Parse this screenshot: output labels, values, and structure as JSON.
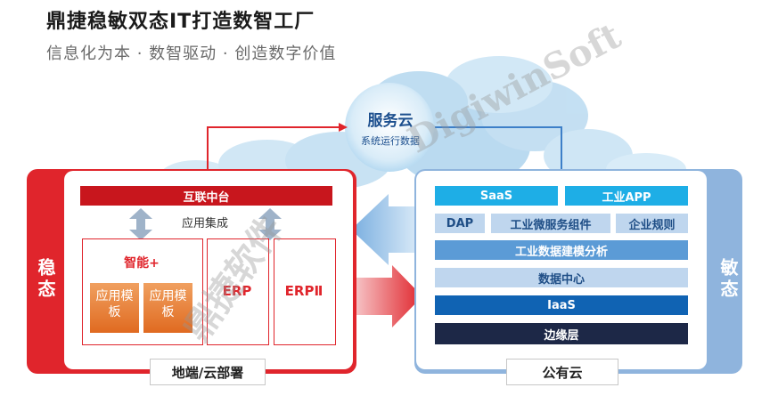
{
  "header": {
    "title": "鼎捷稳敏双态IT打造数智工厂",
    "subtitle": "信息化为本 · 数智驱动 · 创造数字价值"
  },
  "cloud": {
    "title": "服务云",
    "subtitle": "系统运行数据"
  },
  "left": {
    "side_label": "稳态",
    "hub": "互联中台",
    "integration": "应用集成",
    "smart": "智能+",
    "template_a": "应用模板",
    "template_b": "应用模板",
    "erp": "ERP",
    "erp2": "ERPⅡ",
    "footer": "地端/云部署"
  },
  "right": {
    "side_label": "敏态",
    "row1": [
      "SaaS",
      "工业APP"
    ],
    "row2": [
      "DAP",
      "工业微服务组件",
      "企业规则"
    ],
    "layers": [
      "工业数据建模分析",
      "数据中心",
      "IaaS",
      "边缘层"
    ],
    "footer": "公有云"
  },
  "watermark": {
    "latin": "DigiwinSoft",
    "chinese": "鼎捷软件"
  },
  "colors": {
    "red": "#e0252c",
    "dark_red": "#c8161d",
    "blue_frame": "#8fb4dd",
    "cloud_blue": "#1c4f8e",
    "navy": "#1d2847"
  }
}
